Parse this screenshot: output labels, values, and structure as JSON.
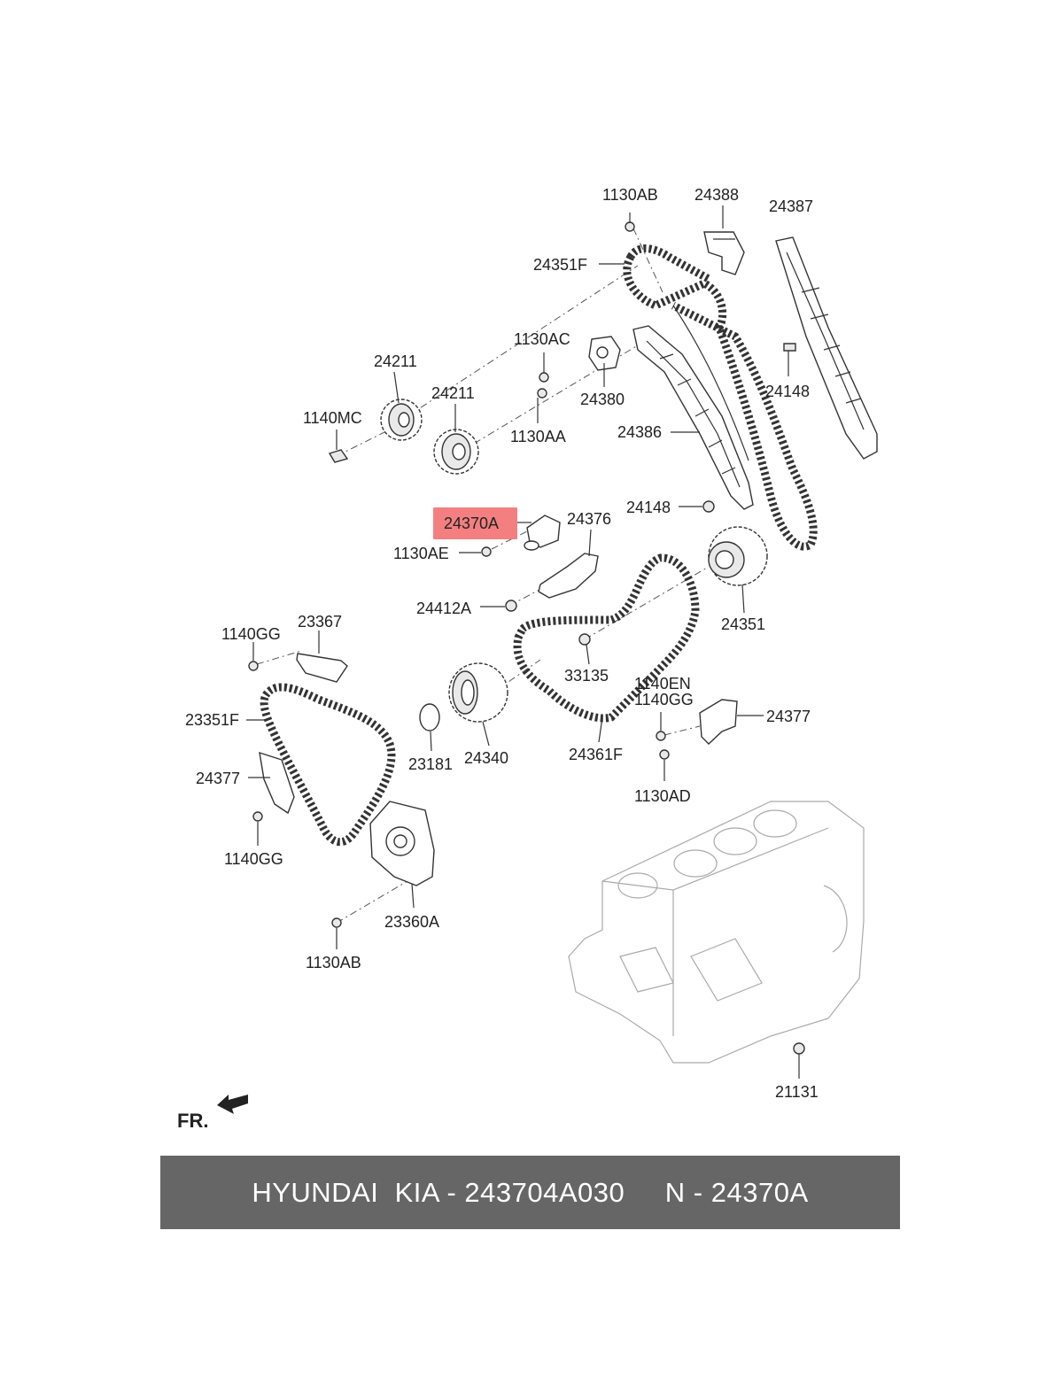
{
  "highlight_color": "#f47f80",
  "banner_color": "#666666",
  "labels": {
    "p1130AB_top": "1130AB",
    "p24388": "24388",
    "p24387": "24387",
    "p24351F": "24351F",
    "p1130AC": "1130AC",
    "p24148_a": "24148",
    "p24211_a": "24211",
    "p24211_b": "24211",
    "p24380": "24380",
    "p1140MC": "1140MC",
    "p1130AA": "1130AA",
    "p24386": "24386",
    "p24148_b": "24148",
    "p24370A": "24370A",
    "p24376": "24376",
    "p1130AE": "1130AE",
    "p24412A": "24412A",
    "p24351": "24351",
    "p1140GG_a": "1140GG",
    "p23367": "23367",
    "p33135": "33135",
    "p1140EN": "1140EN",
    "p1140GG_b": "1140GG",
    "p24377_a": "24377",
    "p23351F": "23351F",
    "p23181": "23181",
    "p24340": "24340",
    "p24361F": "24361F",
    "p1130AD": "1130AD",
    "p24377_b": "24377",
    "p1140GG_c": "1140GG",
    "p23360A": "23360A",
    "p1130AB_bot": "1130AB",
    "p21131": "21131",
    "front": "FR."
  },
  "banner": {
    "text": "HYUNDAI  KIA - 243704A030     N - 24370A"
  }
}
